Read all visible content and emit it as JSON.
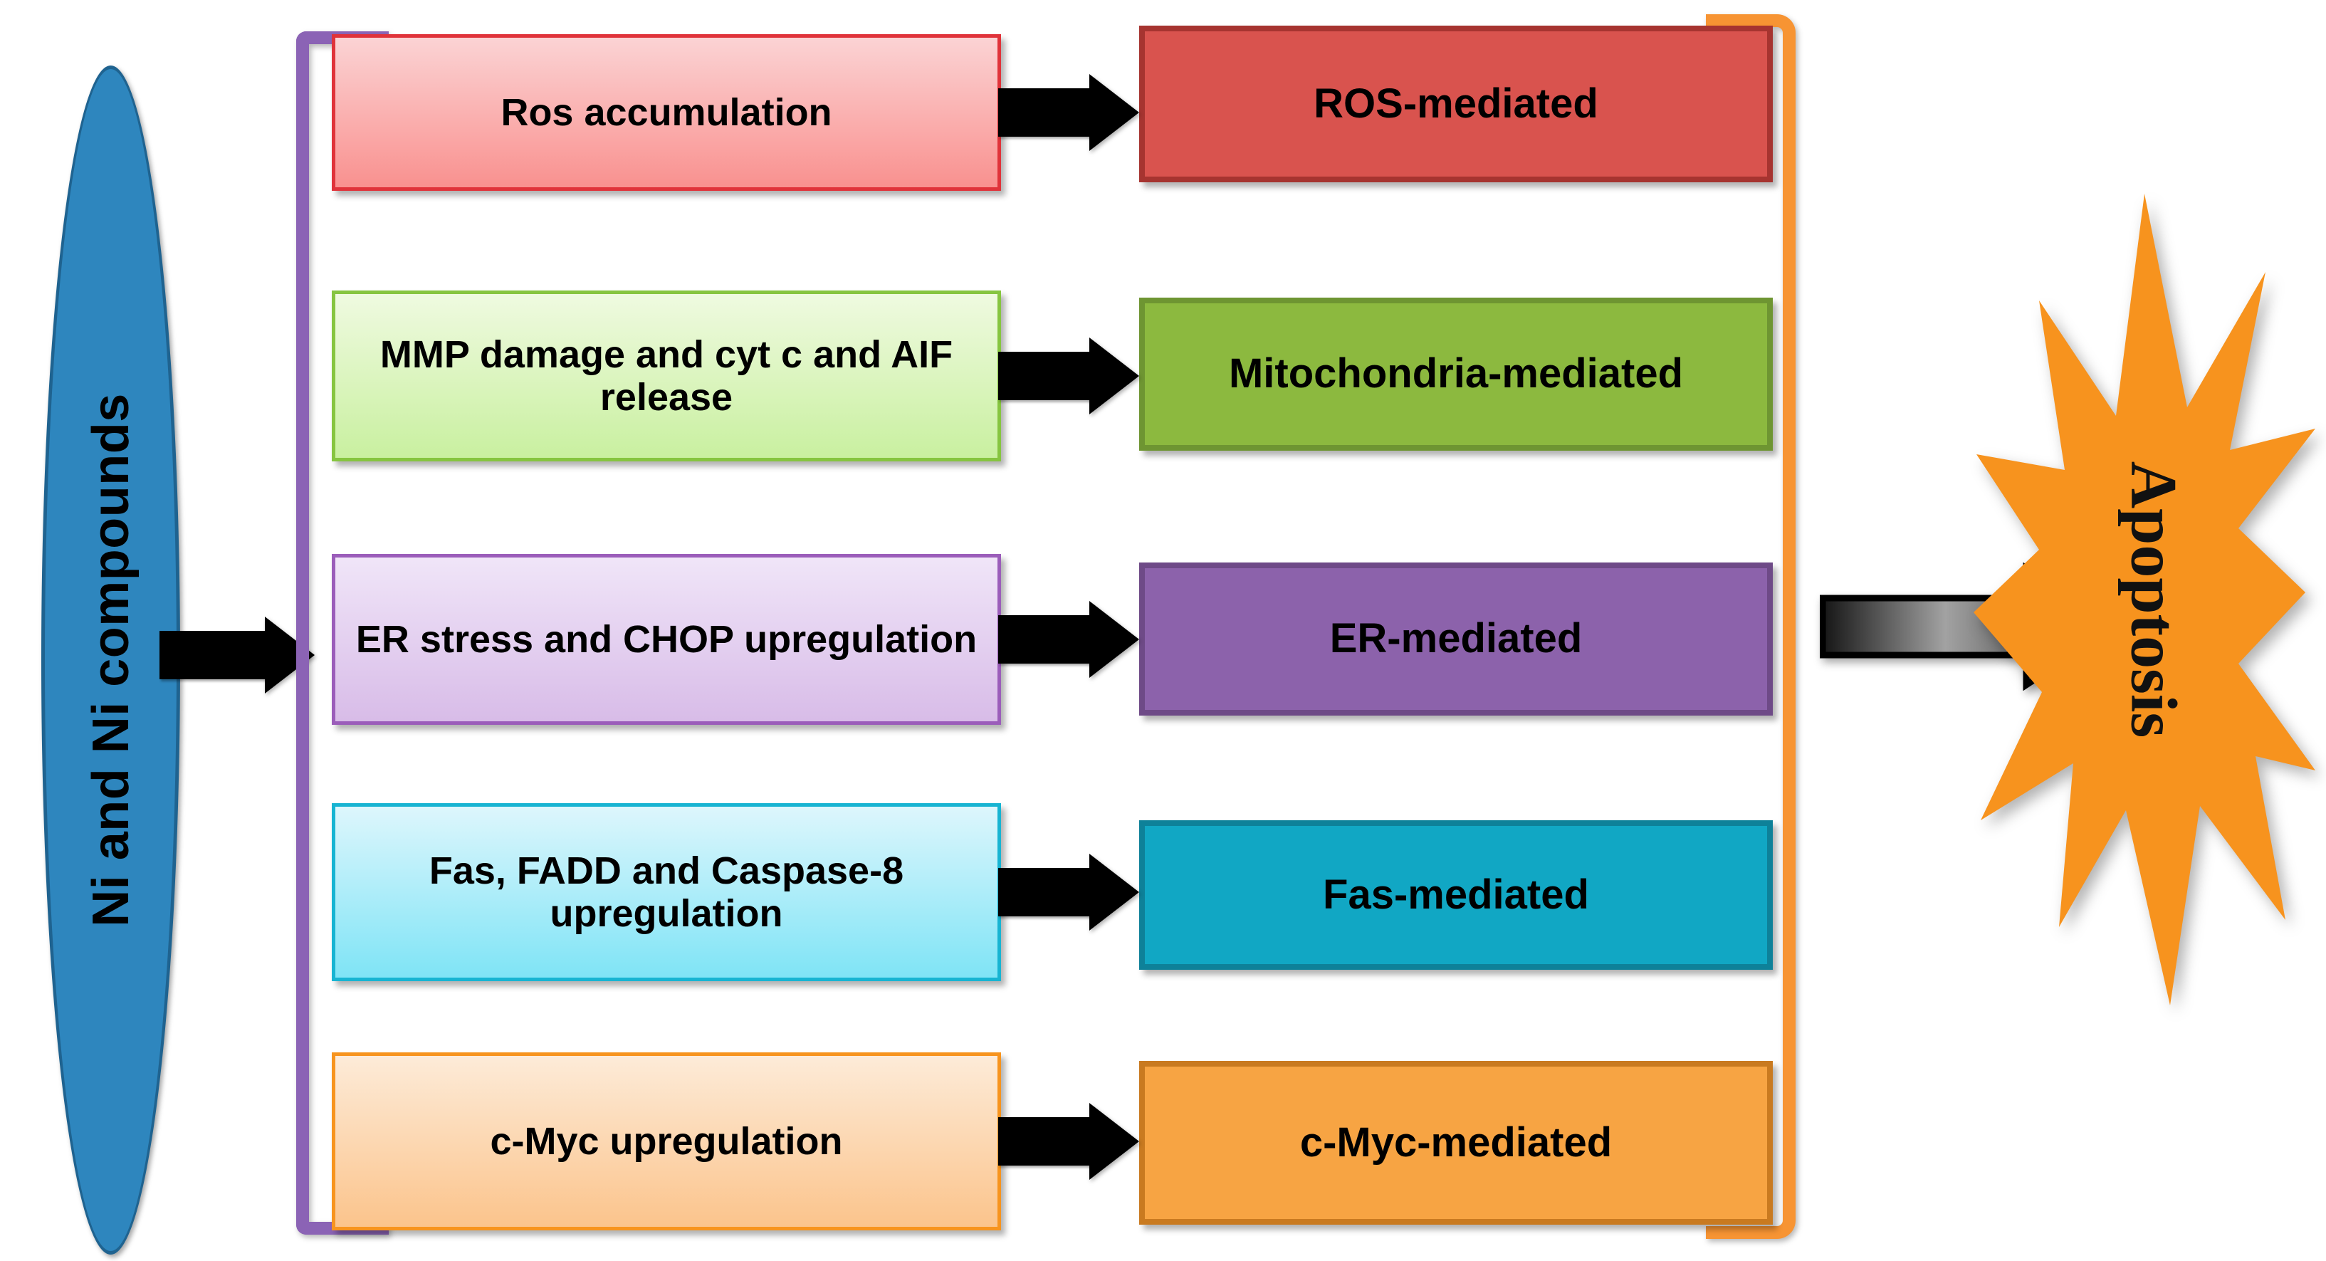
{
  "diagram": {
    "source": {
      "label": "Ni and Ni compounds",
      "fill": "#2E86BE",
      "stroke": "#1F6390"
    },
    "outcome": {
      "label": "Apoptosis",
      "fill": "#F7931E"
    },
    "brackets": {
      "left_color": "#8B63B5",
      "right_color": "#F79433"
    },
    "connector_arrow_color": "#000000",
    "final_arrow_colors": {
      "start": "#101010",
      "mid": "#9A9A9A",
      "end": "#2A2A2A"
    },
    "pathways": [
      {
        "mechanism": "Ros accumulation",
        "outcome": "ROS-mediated",
        "mech_fill_top": "#FBD3D4",
        "mech_fill_bottom": "#F9918F",
        "mech_border": "#E0333A",
        "out_fill": "#D9534E",
        "out_border": "#A63430"
      },
      {
        "mechanism": "MMP damage and cyt c and AIF release",
        "outcome": "Mitochondria-mediated",
        "mech_fill_top": "#EFFAE0",
        "mech_fill_bottom": "#C9F0A0",
        "mech_border": "#86C540",
        "out_fill": "#8CB93F",
        "out_border": "#6E9532"
      },
      {
        "mechanism": "ER stress and CHOP upregulation",
        "outcome": "ER-mediated",
        "mech_fill_top": "#F0E5F8",
        "mech_fill_bottom": "#D8BCE8",
        "mech_border": "#9B5DBA",
        "out_fill": "#8C62AB",
        "out_border": "#6E4A87"
      },
      {
        "mechanism": "Fas, FADD and Caspase-8 upregulation",
        "outcome": "Fas-mediated",
        "mech_fill_top": "#DDF6FC",
        "mech_fill_bottom": "#7FE4F6",
        "mech_border": "#17B4D2",
        "out_fill": "#11A7C4",
        "out_border": "#0E8199"
      },
      {
        "mechanism": "c-Myc upregulation",
        "outcome": "c-Myc-mediated",
        "mech_fill_top": "#FDEBD8",
        "mech_fill_bottom": "#FBC48C",
        "mech_border": "#F7941E",
        "out_fill": "#F7A443",
        "out_border": "#C97A20"
      }
    ]
  }
}
